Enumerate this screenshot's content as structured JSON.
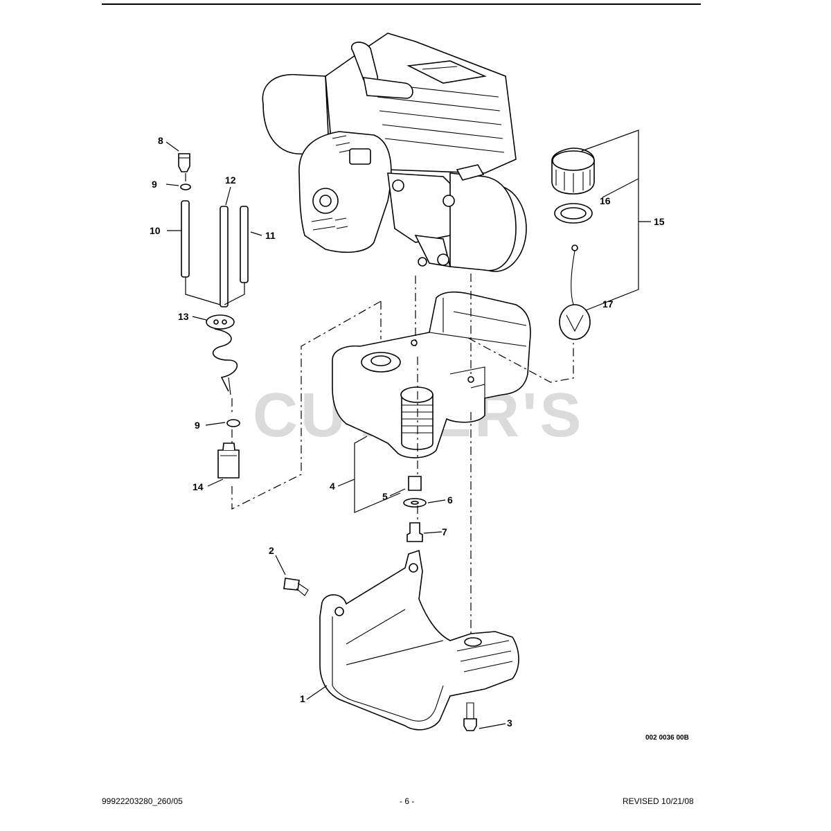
{
  "header": {},
  "watermark": "CUTTER'S",
  "figure_code": "002 0036 00B",
  "callouts": [
    {
      "id": "1",
      "label": "1"
    },
    {
      "id": "2",
      "label": "2"
    },
    {
      "id": "3",
      "label": "3"
    },
    {
      "id": "4",
      "label": "4"
    },
    {
      "id": "5",
      "label": "5"
    },
    {
      "id": "6",
      "label": "6"
    },
    {
      "id": "7",
      "label": "7"
    },
    {
      "id": "8",
      "label": "8"
    },
    {
      "id": "9a",
      "label": "9"
    },
    {
      "id": "9b",
      "label": "9"
    },
    {
      "id": "10",
      "label": "10"
    },
    {
      "id": "11",
      "label": "11"
    },
    {
      "id": "12",
      "label": "12"
    },
    {
      "id": "13",
      "label": "13"
    },
    {
      "id": "14",
      "label": "14"
    },
    {
      "id": "15",
      "label": "15"
    },
    {
      "id": "16",
      "label": "16"
    },
    {
      "id": "17",
      "label": "17"
    }
  ],
  "footer": {
    "left": "99922203280_260/05",
    "center": "- 6 -",
    "right": "REVISED 10/21/08"
  }
}
